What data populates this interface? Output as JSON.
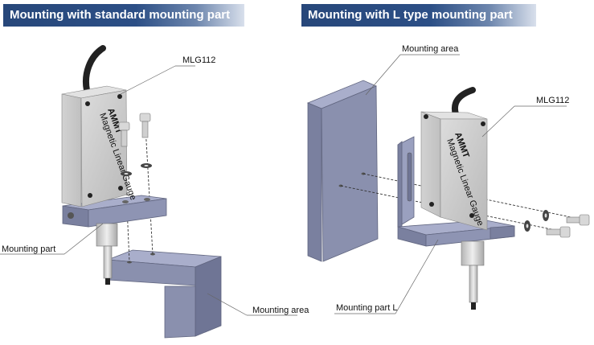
{
  "headers": {
    "left": "Mounting with standard mounting part",
    "right": "Mounting with L type mounting part"
  },
  "labels": {
    "mlg_left": "MLG112",
    "mounting_part": "Mounting part",
    "mounting_area_left": "Mounting area",
    "mounting_area_right": "Mounting area",
    "mlg_right": "MLG112",
    "mounting_part_l": "Mounting part L"
  },
  "sensor_text": {
    "brand": "AMMT",
    "product": "Magnetic Linear Gauge"
  },
  "colors": {
    "banner": "#2c4f86",
    "sensor_body": "#c9c9c9",
    "bracket": "#8e94b3",
    "cable": "#222222"
  }
}
